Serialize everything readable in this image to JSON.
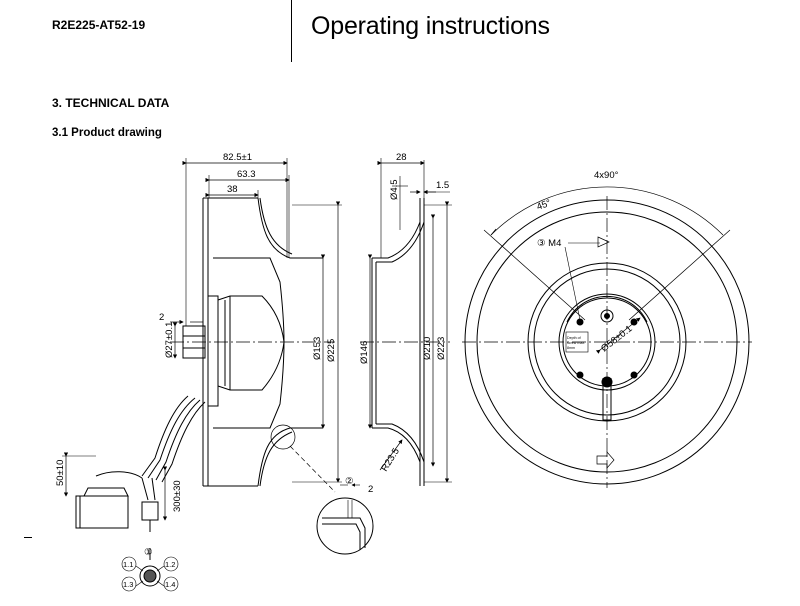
{
  "header": {
    "model": "R2E225-AT52-19",
    "title": "Operating instructions"
  },
  "section": {
    "heading": "3. TECHNICAL DATA",
    "subheading": "3.1 Product drawing"
  },
  "dims": {
    "d825": "82.5±1",
    "d633": "63.3",
    "d38": "38",
    "d2_left": "2",
    "d27": "Ø27±0.1",
    "d153": "Ø153",
    "d225": "Ø225",
    "d50": "50±10",
    "d300": "300±30",
    "d28": "28",
    "d45": "Ø4.5",
    "d15": "1.5",
    "d146": "Ø146",
    "d210": "Ø210",
    "d223": "Ø223",
    "r235": "R23.5",
    "d2_detail": "2",
    "a4x90": "4x90°",
    "a45": "45°",
    "m4": "③ M4",
    "d58": "Ø58±0.1",
    "depth_note": [
      "Depth of",
      "screw max.",
      "8mm"
    ],
    "circ1": "①",
    "circ2": "②",
    "c11": "1.1",
    "c12": "1.2",
    "c13": "1.3",
    "c14": "1.4"
  }
}
